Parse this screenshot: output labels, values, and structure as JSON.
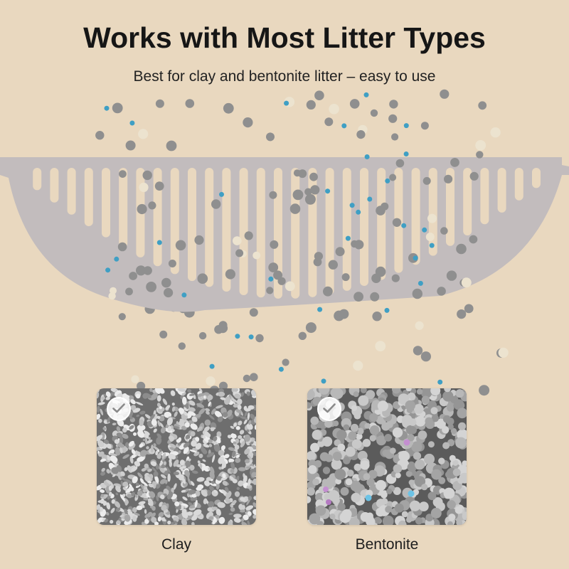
{
  "banner": {
    "title": "Works with Most Litter Types",
    "subtitle": "Best for clay and bentonite litter – easy to use"
  },
  "colors": {
    "background": "#e9d8bf",
    "sieve": "#c2bcbd",
    "pellet_gray": "#8f8f8f",
    "pellet_blue": "#3f9fc4",
    "pellet_cream": "#ece3cf"
  },
  "litter_types": [
    {
      "label": "Clay",
      "icon": "check-icon",
      "checked": true
    },
    {
      "label": "Bentonite",
      "icon": "check-icon",
      "checked": true
    }
  ]
}
